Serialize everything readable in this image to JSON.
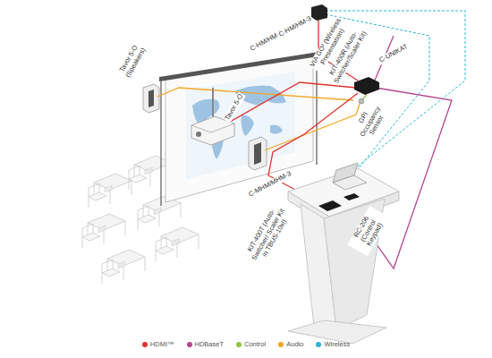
{
  "diagram": {
    "labels": [
      "Tavor 5-O (Speakers)",
      "C-HM/HM-6",
      "C-HM/HM-3",
      "VIA GO² (Wireless Presentation)",
      "KIT-400R (Auto-Switcher/Scaler Kit)",
      "C-UNIKAT",
      "GPI Occupancy Sensor",
      "Tavor 5-O",
      "C-MHM/MHM-3",
      "KIT-400T (Auto-Switcher/ Scaler Kit in TBUS-10xl)",
      "RC-206 (Control Keypad)"
    ],
    "legend": [
      {
        "text": "HDMI™",
        "color": "#e0322d"
      },
      {
        "text": "HDBaseT",
        "color": "#b5458f"
      },
      {
        "text": "Control",
        "color": "#8cc63f"
      },
      {
        "text": "Audio",
        "color": "#f5a623"
      },
      {
        "text": "Wireless",
        "color": "#29b6d8"
      }
    ]
  }
}
